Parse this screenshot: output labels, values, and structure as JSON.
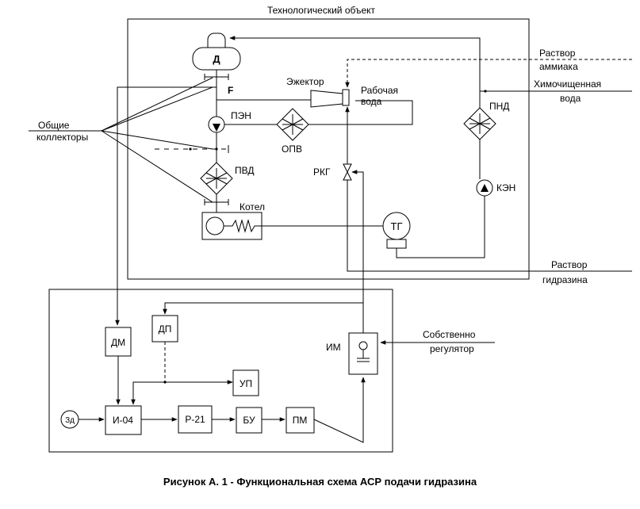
{
  "labels": {
    "object_title": "Технологический объект",
    "deaerator": "Д",
    "f_label": "F",
    "ejector": "Эжектор",
    "working_water_1": "Рабочая",
    "working_water_2": "вода",
    "ammonia_1": "Раствор",
    "ammonia_2": "аммиака",
    "chem_water_1": "Химочищенная",
    "chem_water_2": "вода",
    "pen": "ПЭН",
    "opv": "ОПВ",
    "pnd": "ПНД",
    "collectors_1": "Общие",
    "collectors_2": "коллекторы",
    "pvd": "ПВД",
    "rkg": "РКГ",
    "ken": "КЭН",
    "boiler": "Котел",
    "tg": "ТГ",
    "hydrazine_1": "Раствор",
    "hydrazine_2": "гидразина",
    "dm": "ДМ",
    "dp": "ДП",
    "im": "ИМ",
    "regulator_1": "Собственно",
    "regulator_2": "регулятор",
    "up": "УП",
    "zd": "Зд",
    "i04": "И-04",
    "r21": "Р-21",
    "bu": "БУ",
    "pm": "ПМ"
  },
  "caption": "Рисунок А. 1 - Функциональная схема АСР подачи гидразина"
}
